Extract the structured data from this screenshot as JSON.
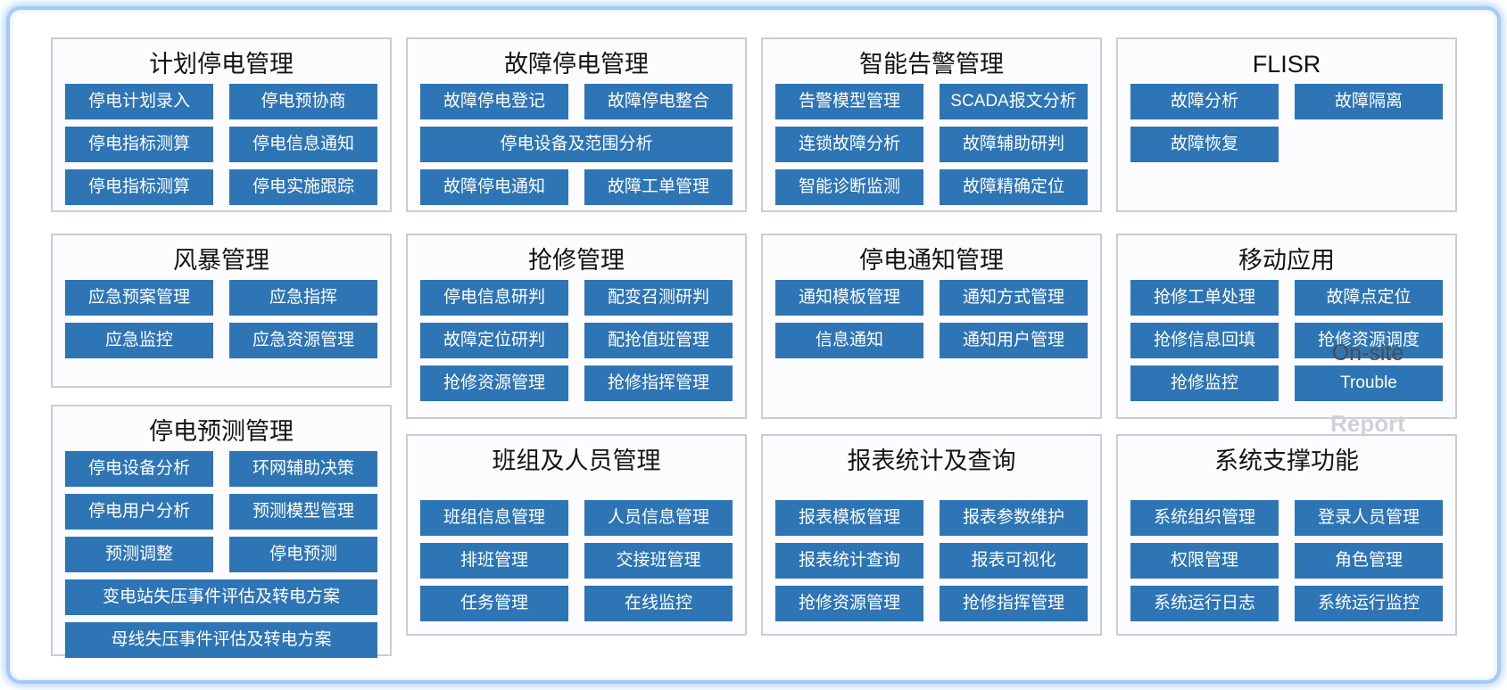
{
  "page": {
    "background": "#ffffff",
    "frame_color": "#a6cbf0"
  },
  "colors": {
    "button_bg": "#2e75b6",
    "button_text": "#ffffff",
    "panel_border": "#c8cdd5",
    "title_color": "#141414"
  },
  "overlays": {
    "on_site": "On-site",
    "report": "Report"
  },
  "panels": [
    {
      "title": "计划停电管理",
      "buttons": [
        "停电计划录入",
        "停电预协商",
        "停电指标测算",
        "停电信息通知",
        "停电指标测算",
        "停电实施跟踪"
      ]
    },
    {
      "title": "故障停电管理",
      "buttons": [
        "故障停电登记",
        "故障停电整合",
        "停电设备及范围分析",
        "故障停电通知",
        "故障工单管理"
      ]
    },
    {
      "title": "智能告警管理",
      "buttons": [
        "告警模型管理",
        "SCADA报文分析",
        "连锁故障分析",
        "故障辅助研判",
        "智能诊断监测",
        "故障精确定位"
      ]
    },
    {
      "title": "FLISR",
      "buttons": [
        "故障分析",
        "故障隔离",
        "故障恢复"
      ]
    },
    {
      "title": "风暴管理",
      "buttons": [
        "应急预案管理",
        "应急指挥",
        "应急监控",
        "应急资源管理"
      ]
    },
    {
      "title": "抢修管理",
      "buttons": [
        "停电信息研判",
        "配变召测研判",
        "故障定位研判",
        "配抢值班管理",
        "抢修资源管理",
        "抢修指挥管理"
      ]
    },
    {
      "title": "停电通知管理",
      "buttons": [
        "通知模板管理",
        "通知方式管理",
        "信息通知",
        "通知用户管理"
      ]
    },
    {
      "title": "移动应用",
      "buttons": [
        "抢修工单处理",
        "故障点定位",
        "抢修信息回填",
        "抢修资源调度",
        "抢修监控",
        "Trouble"
      ]
    },
    {
      "title": "停电预测管理",
      "buttons": [
        "停电设备分析",
        "环网辅助决策",
        "停电用户分析",
        "预测模型管理",
        "预测调整",
        "停电预测",
        "变电站失压事件评估及转电方案",
        "母线失压事件评估及转电方案"
      ]
    },
    {
      "title": "班组及人员管理",
      "buttons": [
        "班组信息管理",
        "人员信息管理",
        "排班管理",
        "交接班管理",
        "任务管理",
        "在线监控"
      ]
    },
    {
      "title": "报表统计及查询",
      "buttons": [
        "报表模板管理",
        "报表参数维护",
        "报表统计查询",
        "报表可视化",
        "抢修资源管理",
        "抢修指挥管理"
      ]
    },
    {
      "title": "系统支撑功能",
      "buttons": [
        "系统组织管理",
        "登录人员管理",
        "权限管理",
        "角色管理",
        "系统运行日志",
        "系统运行监控"
      ]
    }
  ]
}
